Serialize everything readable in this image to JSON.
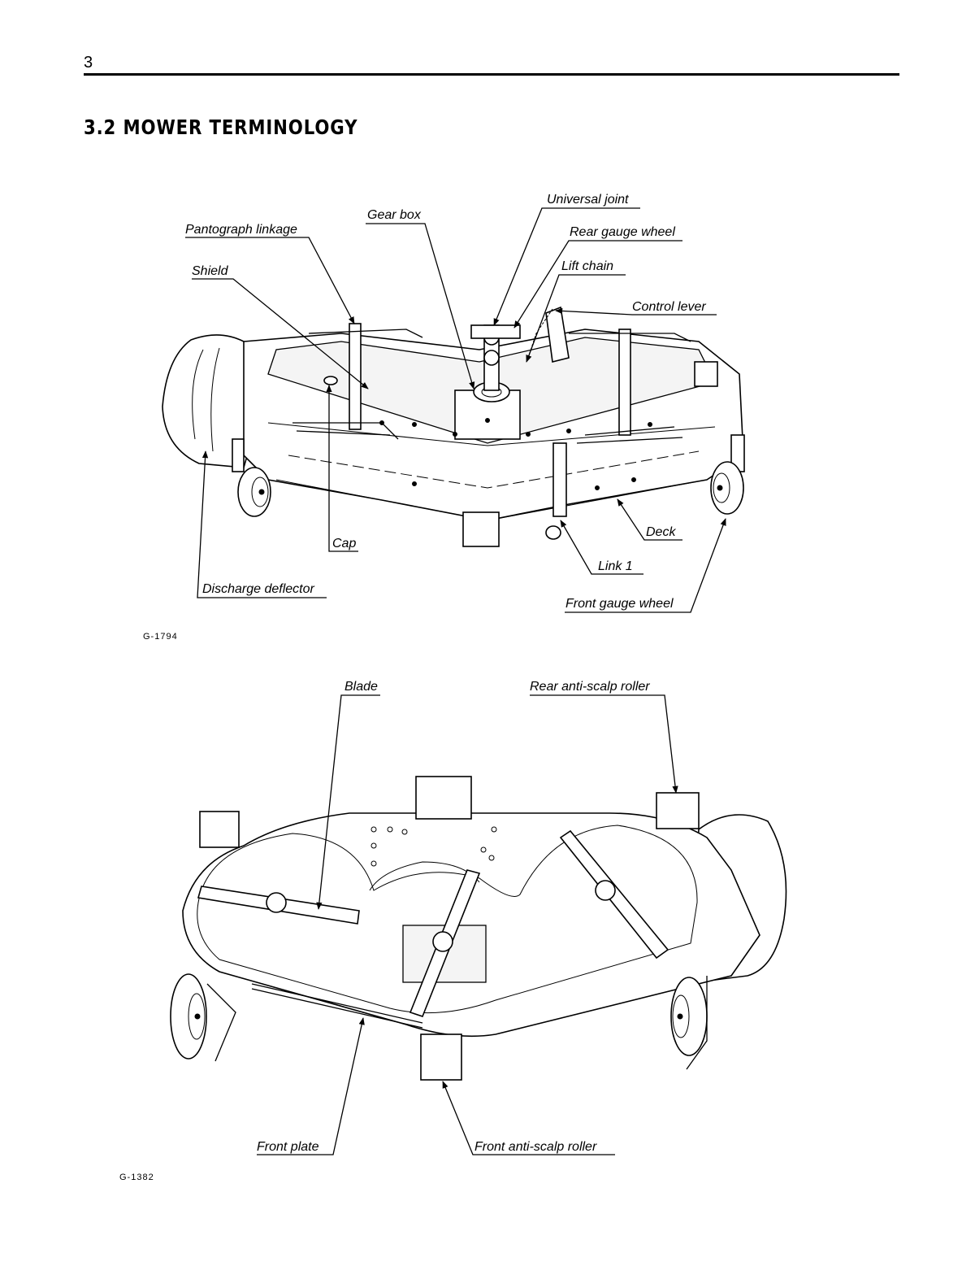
{
  "page": {
    "number": "3",
    "section_title": "3.2 MOWER TERMINOLOGY"
  },
  "figure_top": {
    "code": "G-1794",
    "labels": {
      "universal_joint": "Universal joint",
      "gear_box": "Gear box",
      "pantograph_linkage": "Pantograph linkage",
      "rear_gauge_wheel": "Rear gauge wheel",
      "lift_chain": "Lift chain",
      "shield": "Shield",
      "control_lever": "Control lever",
      "deck": "Deck",
      "cap": "Cap",
      "link_1": "Link 1",
      "discharge_deflector": "Discharge deflector",
      "front_gauge_wheel": "Front gauge wheel"
    }
  },
  "figure_bottom": {
    "code": "G-1382",
    "labels": {
      "blade": "Blade",
      "rear_anti_scalp_roller": "Rear anti-scalp roller",
      "front_plate": "Front plate",
      "front_anti_scalp_roller": "Front anti-scalp roller"
    }
  }
}
